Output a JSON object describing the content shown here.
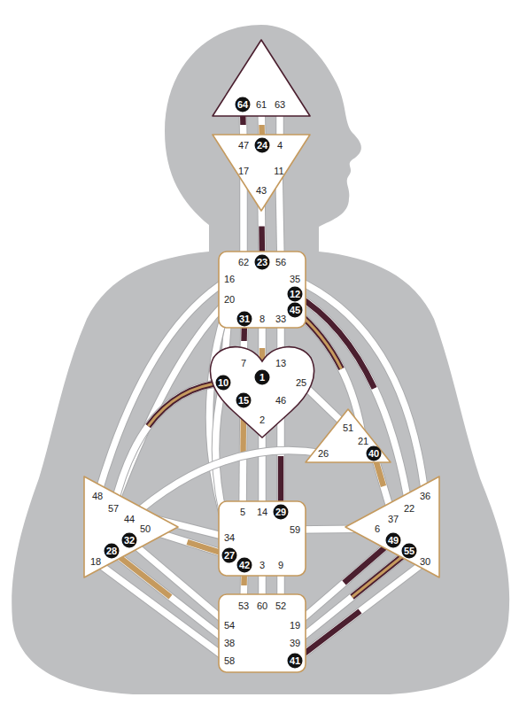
{
  "diagram": {
    "nodes": [
      {
        "text": [
          "64",
          "61",
          "63"
        ]
      },
      {
        "text": [
          "47",
          "24",
          "4",
          "17",
          "11",
          "43"
        ]
      },
      {
        "text": [
          "62",
          "23",
          "56",
          "16",
          "35",
          "12",
          "20",
          "45",
          "31",
          "8",
          "33"
        ]
      },
      {
        "text": [
          "7",
          "13",
          "10",
          "1",
          "25",
          "15",
          "46",
          "2"
        ]
      },
      {
        "text": [
          "51",
          "21",
          "26",
          "40"
        ]
      },
      {
        "text": [
          "48",
          "57",
          "44",
          "50",
          "32",
          "28",
          "18"
        ]
      },
      {
        "text": [
          "5",
          "14",
          "29",
          "59",
          "34",
          "27",
          "42",
          "3",
          "9"
        ]
      },
      {
        "text": [
          "36",
          "22",
          "37",
          "6",
          "49",
          "55",
          "30"
        ]
      },
      {
        "text": [
          "53",
          "60",
          "52",
          "54",
          "19",
          "38",
          "39",
          "58",
          "41"
        ]
      }
    ],
    "edges": [
      {
        "from": 0,
        "to": 1,
        "arrow": "none"
      },
      {
        "from": 0,
        "to": 1,
        "arrow": "none"
      },
      {
        "from": 0,
        "to": 1,
        "arrow": "none"
      },
      {
        "from": 1,
        "to": 2,
        "arrow": "none"
      },
      {
        "from": 1,
        "to": 2,
        "arrow": "none"
      },
      {
        "from": 1,
        "to": 2,
        "arrow": "none"
      },
      {
        "from": 2,
        "to": 3,
        "arrow": "none"
      },
      {
        "from": 2,
        "to": 3,
        "arrow": "none"
      },
      {
        "from": 2,
        "to": 3,
        "arrow": "none"
      },
      {
        "from": 2,
        "to": 3,
        "arrow": "none"
      },
      {
        "from": 2,
        "to": 6,
        "arrow": "none"
      },
      {
        "from": 2,
        "to": 5,
        "arrow": "none"
      },
      {
        "from": 2,
        "to": 5,
        "arrow": "none"
      },
      {
        "from": 2,
        "to": 4,
        "arrow": "none"
      },
      {
        "from": 2,
        "to": 7,
        "arrow": "none"
      },
      {
        "from": 2,
        "to": 7,
        "arrow": "none"
      },
      {
        "from": 3,
        "to": 4,
        "arrow": "none"
      },
      {
        "from": 3,
        "to": 6,
        "arrow": "none"
      },
      {
        "from": 3,
        "to": 6,
        "arrow": "none"
      },
      {
        "from": 3,
        "to": 6,
        "arrow": "none"
      },
      {
        "from": 3,
        "to": 5,
        "arrow": "none"
      },
      {
        "from": 3,
        "to": 6,
        "arrow": "none"
      },
      {
        "from": 5,
        "to": 6,
        "arrow": "none"
      },
      {
        "from": 5,
        "to": 6,
        "arrow": "none"
      },
      {
        "from": 4,
        "to": 5,
        "arrow": "none"
      },
      {
        "from": 4,
        "to": 7,
        "arrow": "none"
      },
      {
        "from": 6,
        "to": 7,
        "arrow": "none"
      },
      {
        "from": 6,
        "to": 8,
        "arrow": "none"
      },
      {
        "from": 6,
        "to": 8,
        "arrow": "none"
      },
      {
        "from": 6,
        "to": 8,
        "arrow": "none"
      },
      {
        "from": 5,
        "to": 8,
        "arrow": "none"
      },
      {
        "from": 5,
        "to": 8,
        "arrow": "none"
      },
      {
        "from": 5,
        "to": 8,
        "arrow": "none"
      },
      {
        "from": 7,
        "to": 8,
        "arrow": "none"
      },
      {
        "from": 7,
        "to": 8,
        "arrow": "none"
      },
      {
        "from": 7,
        "to": 8,
        "arrow": "none"
      }
    ]
  }
}
